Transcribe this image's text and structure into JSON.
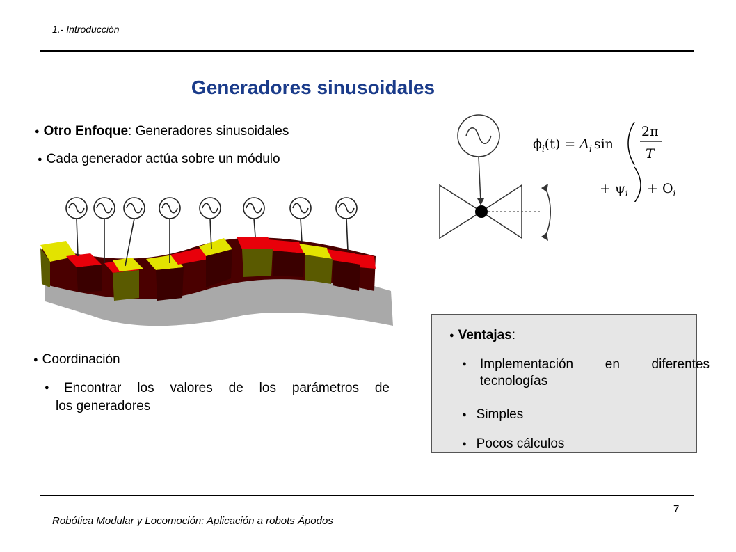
{
  "header": {
    "section": "1.- Introducción"
  },
  "title": "Generadores sinusoidales",
  "bullets_top": [
    {
      "bold": "Otro Enfoque",
      "rest": ": Generadores sinusoidales"
    },
    {
      "text": "Cada generador actúa sobre un módulo"
    }
  ],
  "coordination": {
    "label": "Coordinación",
    "detail_line1": "Encontrar los valores de los parámetros de",
    "detail_line2": "los generadores"
  },
  "advantages": {
    "label_bold": "Ventajas",
    "label_rest": ":",
    "item1_line1": "Implementación en diferentes",
    "item1_line2": "tecnologías",
    "item2": "Simples",
    "item3": "Pocos cálculos"
  },
  "formula": {
    "lhs": "ϕ",
    "sub_i": "i",
    "t": "(t) = ",
    "A": "A",
    "sin": "sin",
    "numer": "2π",
    "denom": "T",
    "plus_psi": "+ ψ",
    "plus_O": "+ O"
  },
  "footer": {
    "text": "Robótica Modular y Locomoción: Aplicación a robots Ápodos",
    "page": "7"
  },
  "colors": {
    "title": "#1a3b8a",
    "module_red": "#e8000a",
    "module_yellow": "#e3e300",
    "module_dark": "#5a0000",
    "module_olive": "#5a5a00"
  }
}
